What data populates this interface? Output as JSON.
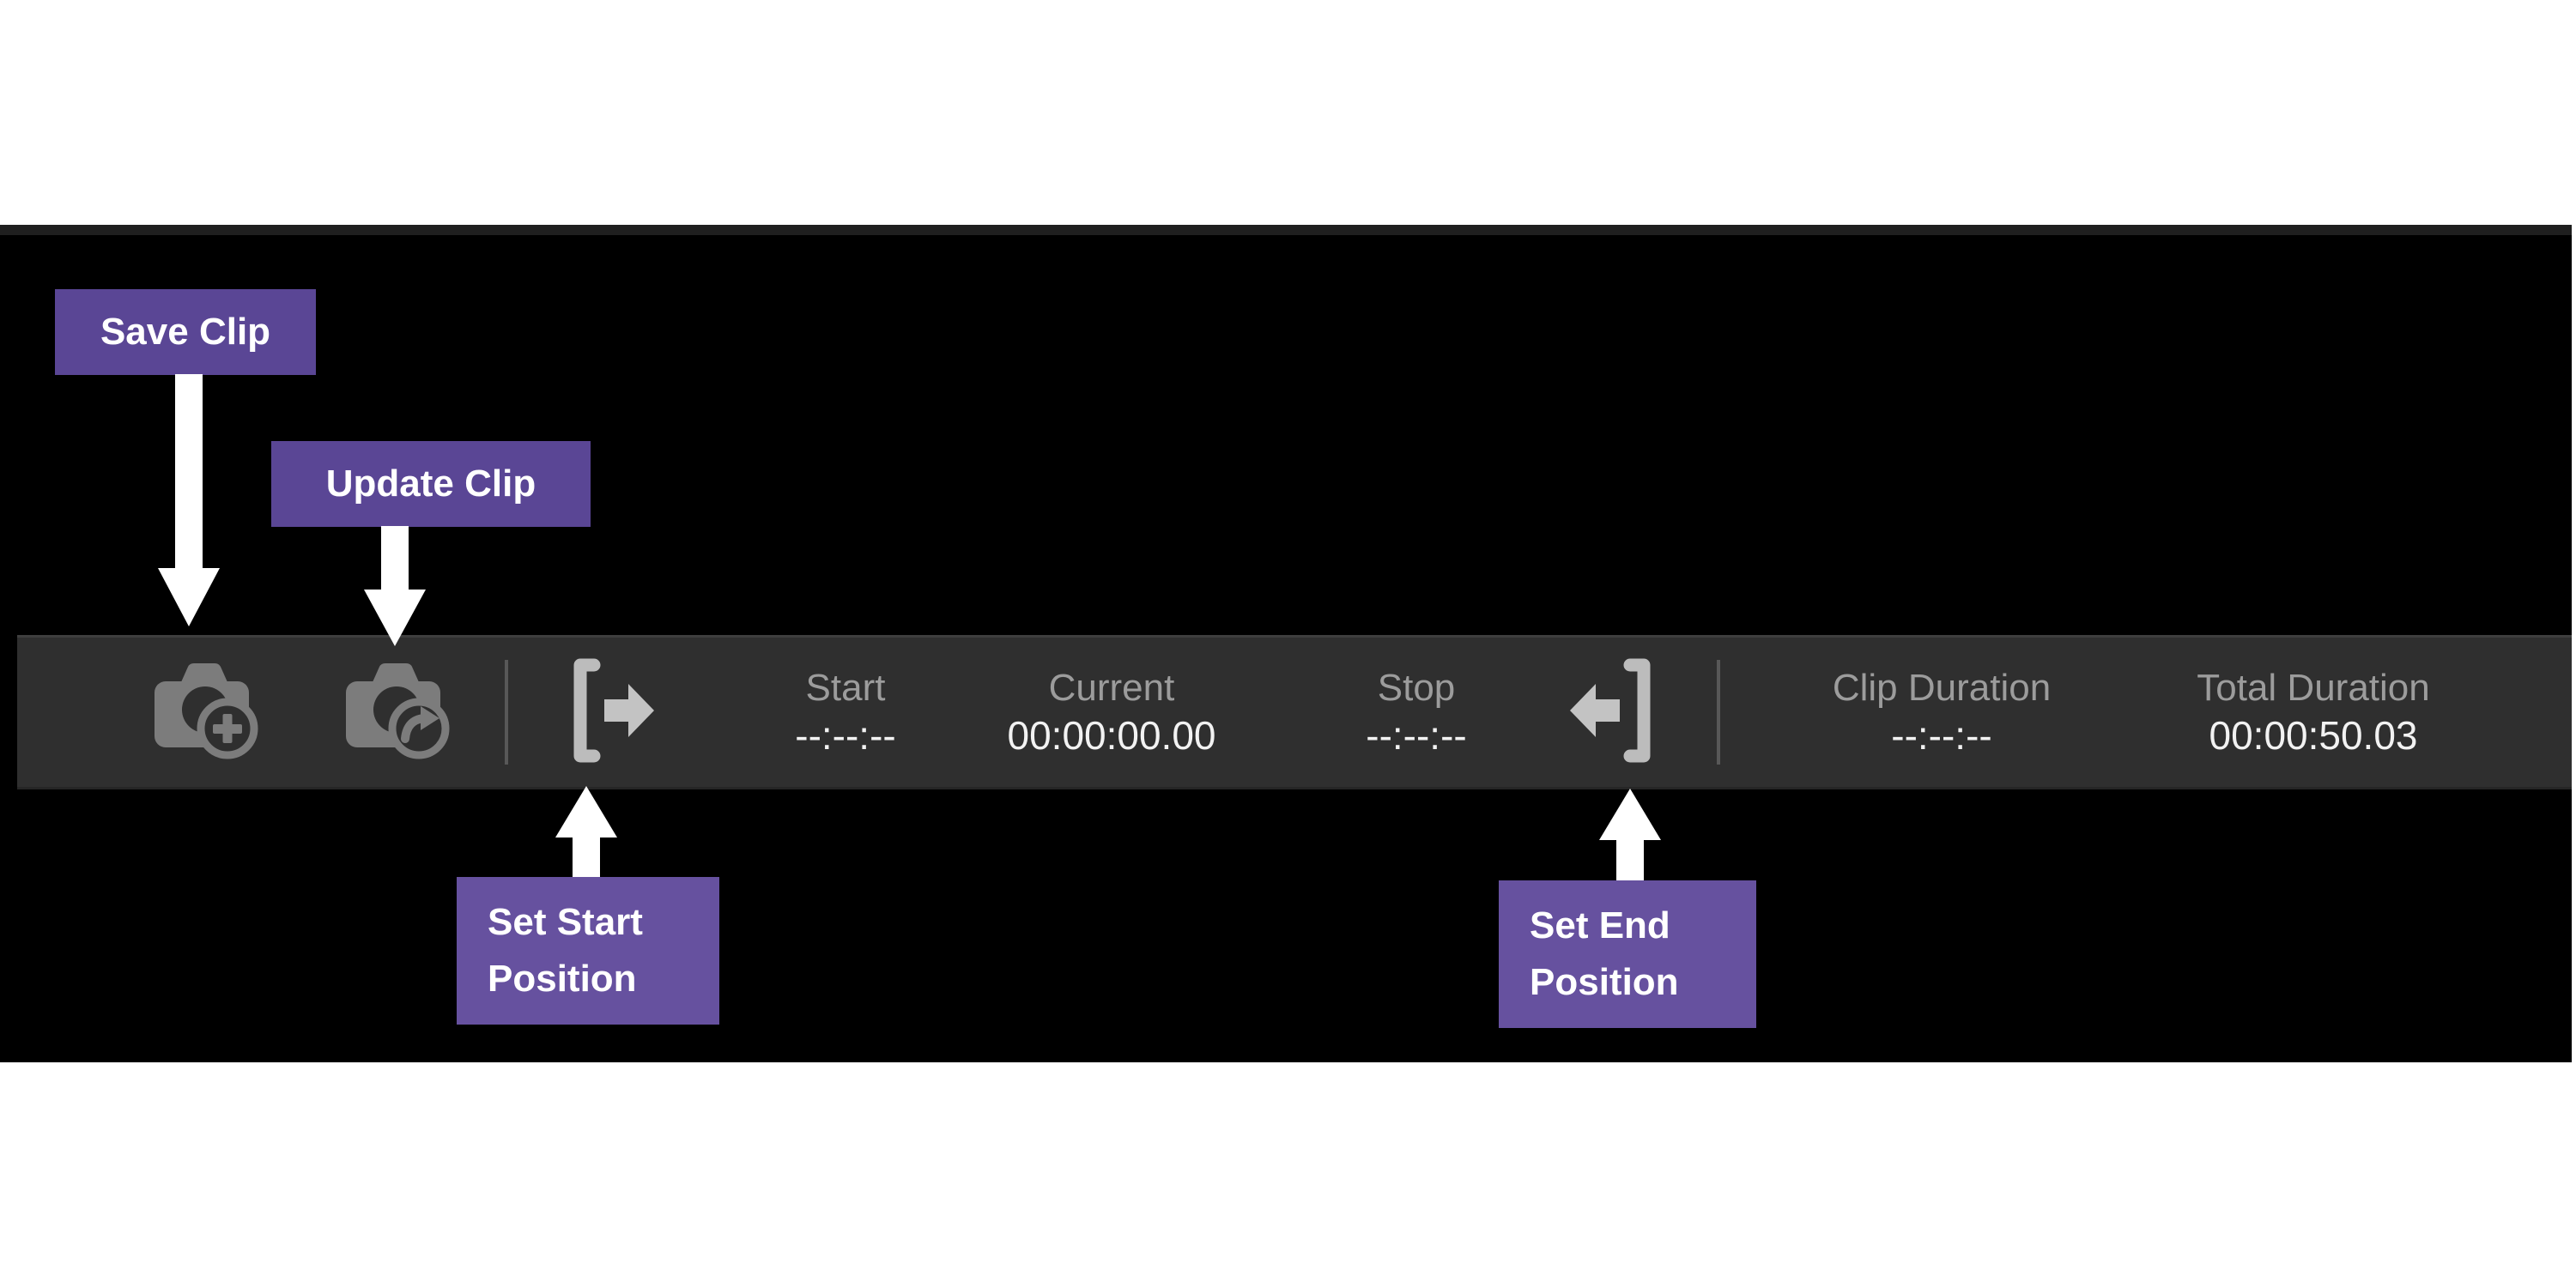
{
  "toolbar": {
    "buttons": {
      "save_clip": {
        "icon": "camera-plus-icon"
      },
      "update_clip": {
        "icon": "camera-redo-icon"
      },
      "set_start_position": {
        "icon": "bracket-arrow-right-icon"
      },
      "set_end_position": {
        "icon": "arrow-left-bracket-icon"
      }
    },
    "fields": [
      {
        "label": "Start",
        "value": "--:--:--"
      },
      {
        "label": "Current",
        "value": "00:00:00.00"
      },
      {
        "label": "Stop",
        "value": "--:--:--"
      },
      {
        "label": "Clip Duration",
        "value": "--:--:--"
      },
      {
        "label": "Total Duration",
        "value": "00:00:50.03"
      }
    ]
  },
  "annotations": {
    "save_clip": {
      "label": "Save Clip"
    },
    "update_clip": {
      "label": "Update Clip"
    },
    "set_start": {
      "line1": "Set Start",
      "line2": "Position"
    },
    "set_end": {
      "line1": "Set End",
      "line2": "Position"
    }
  },
  "colors": {
    "callout_purple_top": "#5a4695",
    "callout_purple_bottom": "#66519f",
    "toolbar_background": "#2f2f2f",
    "stage_background": "#000000",
    "icon_gray": "#7c7c7c",
    "bracket_icon_gray": "#bcbcbc",
    "label_gray": "#9c9c9c",
    "value_white": "#f2f2f2",
    "arrow_white": "#ffffff"
  }
}
